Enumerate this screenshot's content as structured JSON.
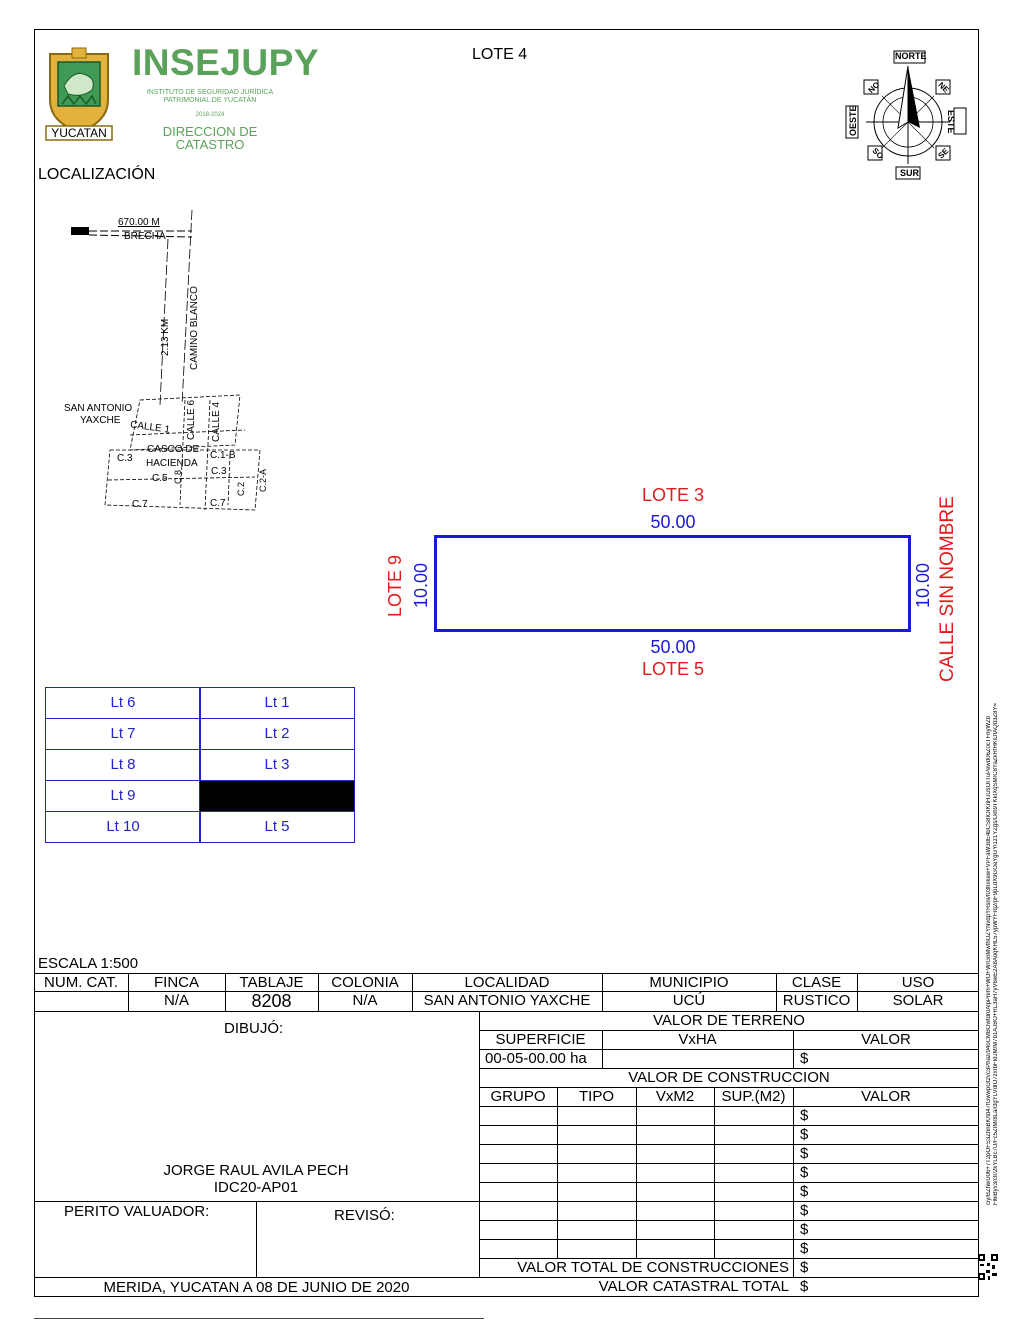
{
  "header": {
    "lote_title": "LOTE 4",
    "brand": "INSEJUPY",
    "brand_sub1": "INSTITUTO DE SEGURIDAD JURÍDICA",
    "brand_sub2": "PATRIMONIAL DE YUCATÁN",
    "brand_years": "2018-2024",
    "dept1": "DIRECCION DE",
    "dept2": "CATASTRO",
    "seal_label": "YUCATAN"
  },
  "compass": {
    "norte": "NORTE",
    "sur": "SUR",
    "este": "ESTE",
    "oeste": "OESTE",
    "ne": "NE",
    "no": "NO",
    "se": "SE",
    "so": "SO"
  },
  "localizacion": {
    "title": "LOCALIZACIÓN",
    "dist1": "670.00 M",
    "brecha": "BRECHA",
    "dist2": "2.13 KM",
    "camino": "CAMINO BLANCO",
    "town1": "SAN ANTONIO",
    "town2": "YAXCHE",
    "calle1": "CALLE 1",
    "calle6": "CALLE 6",
    "calle4": "CALLE 4",
    "casco1": "CASCO DE",
    "casco2": "HACIENDA",
    "c3a": "C.3",
    "c1b": "C.1-B",
    "c8": "C.8",
    "c3b": "C.3",
    "c5": "C.5",
    "c2": "C.2",
    "c2a": "C.2-A",
    "c7a": "C.7",
    "c7b": "C.7"
  },
  "lot_plan": {
    "north": "LOTE 3",
    "south": "LOTE 5",
    "west": "LOTE 9",
    "east": "CALLE SIN NOMBRE",
    "top_len": "50.00",
    "bottom_len": "50.00",
    "left_len": "10.00",
    "right_len": "10.00"
  },
  "lot_grid": {
    "rows": [
      [
        "Lt 6",
        "Lt 1"
      ],
      [
        "Lt 7",
        "Lt 2"
      ],
      [
        "Lt 8",
        "Lt 3"
      ],
      [
        "Lt 9",
        ""
      ],
      [
        "Lt 10",
        "Lt 5"
      ]
    ]
  },
  "escala": "ESCALA 1:500",
  "info_table": {
    "headers": [
      "NUM. CAT.",
      "FINCA",
      "TABLAJE",
      "COLONIA",
      "LOCALIDAD",
      "MUNICIPIO",
      "CLASE",
      "USO"
    ],
    "values": [
      "",
      "N/A",
      "8208",
      "N/A",
      "SAN ANTONIO YAXCHE",
      "UCÚ",
      "RUSTICO",
      "SOLAR"
    ]
  },
  "dibujo": {
    "label": "DIBUJÓ:",
    "name": "JORGE RAUL AVILA PECH",
    "code": "IDC20-AP01"
  },
  "perito": "PERITO VALUADOR:",
  "reviso": "REVISÓ:",
  "fecha": "MERIDA, YUCATAN A 08 DE JUNIO DE 2020",
  "valor_terreno": {
    "title": "VALOR DE TERRENO",
    "headers": [
      "SUPERFICIE",
      "VxHA",
      "VALOR"
    ],
    "superficie": "00-05-00.00 ha",
    "valor": "$"
  },
  "valor_construccion": {
    "title": "VALOR DE  CONSTRUCCION",
    "headers": [
      "GRUPO",
      "TIPO",
      "VxM2",
      "SUP.(M2)",
      "VALOR"
    ],
    "rows": [
      "$",
      "$",
      "$",
      "$",
      "$",
      "$",
      "$",
      "$"
    ],
    "total_label": "VALOR TOTAL DE CONSTRUCCIONES",
    "total_value": "$",
    "catastral_label": "VALOR CATASTRAL TOTAL",
    "catastral_value": "$"
  },
  "side_hash": "ciy/BZhwU06+7T2pOFS3ZhnBK/td47fGwwpGt2vc3Phaz/94oCMBOwtdr0AlpPnlm+WOFW/GnMwfhOZYNvdpYRsnvt03hxkew+VPFaW3dE4bCS8IOrKnHJUsOrTuPewd06Z0cTFnyWZb",
  "side_hash2": "Fl6iByx3/cIr/2kYLBc7U/Fc5ZIMr8La/clgYLVdIO7zxrbFIdJM/M7b1AJBO+RL3aH7yV6wE2A8AoqKHL57ypWYFrq2/pF9pLdX9GOaYgGYl1z1YZgs/Lkh9TKkIXqSM/C8YaZkRfHKiDtAQd3Z8Y=",
  "colors": {
    "blue": "#1a1ad6",
    "red": "#e21b1b",
    "green": "#5aa25a"
  }
}
